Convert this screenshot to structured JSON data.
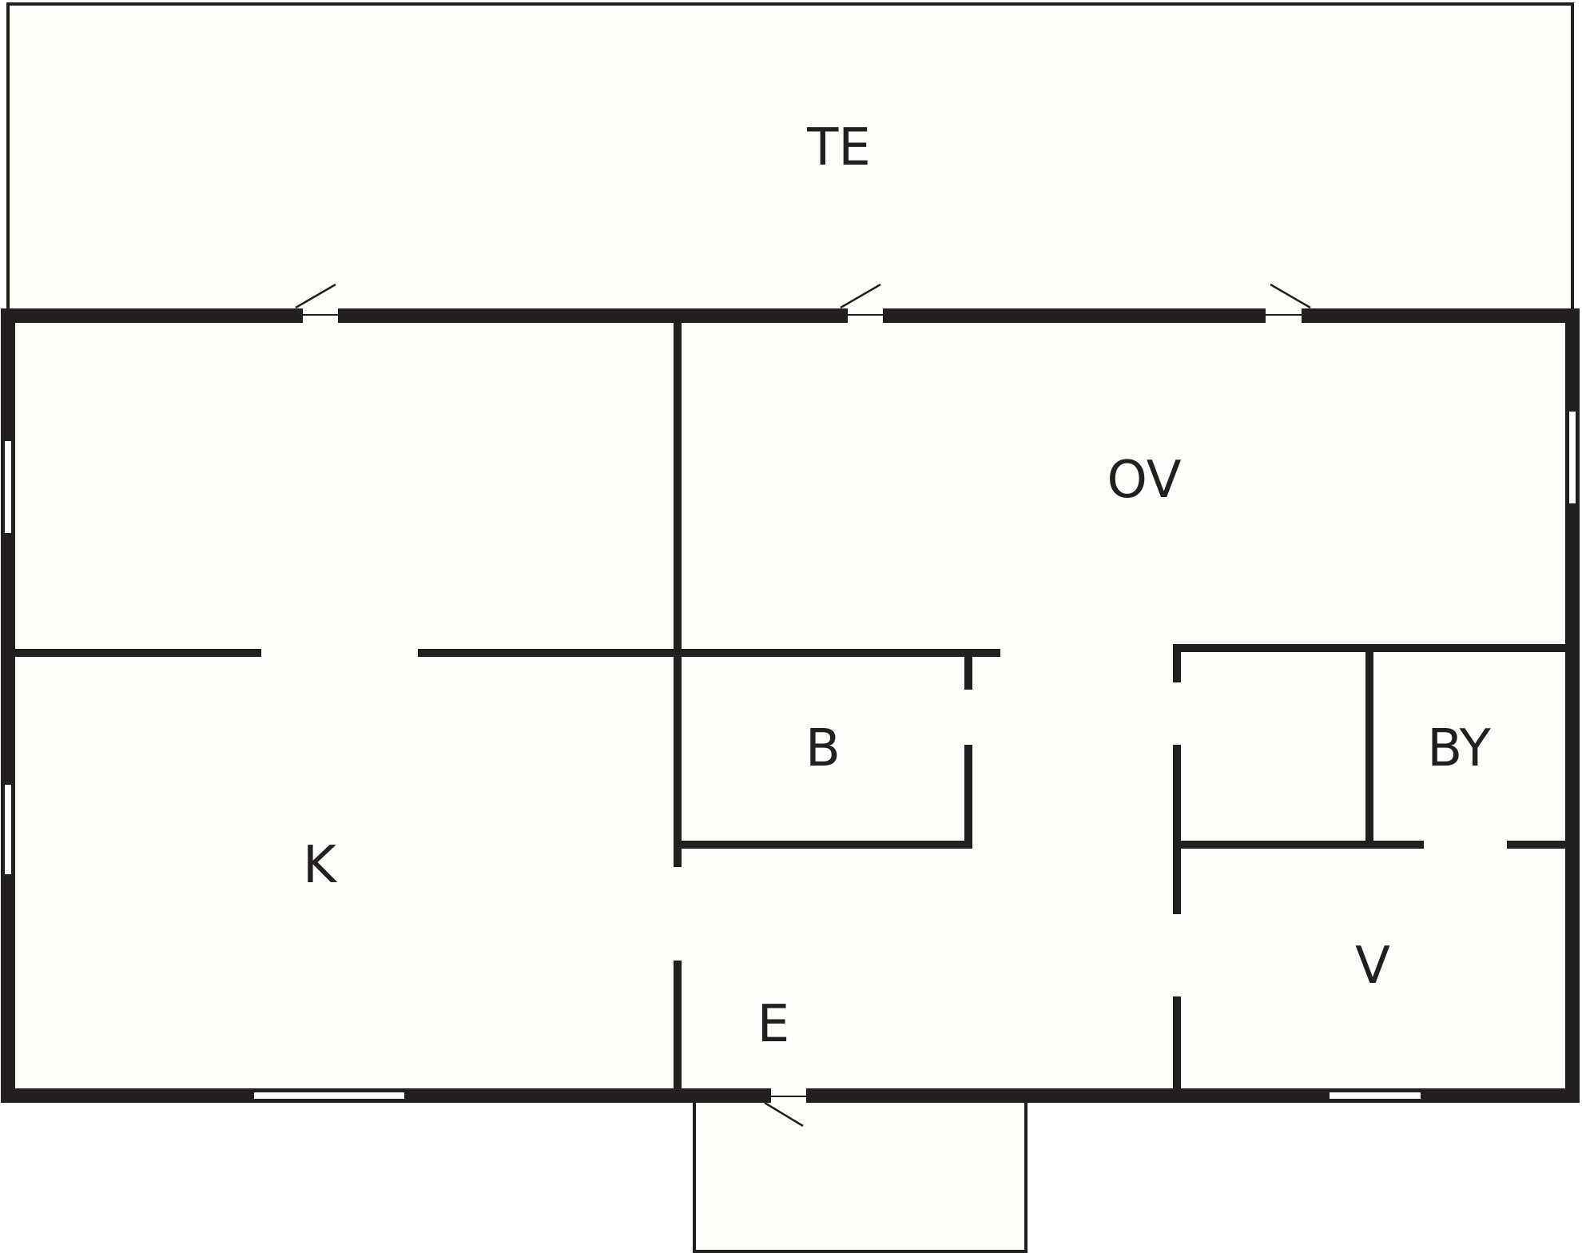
{
  "floor_plan": {
    "rooms": [
      {
        "id": "terrace",
        "label": "TE"
      },
      {
        "id": "living",
        "label": "OV"
      },
      {
        "id": "bedroom",
        "label": "B"
      },
      {
        "id": "bathroom",
        "label": "BY"
      },
      {
        "id": "kitchen",
        "label": "K"
      },
      {
        "id": "entrance",
        "label": "E"
      },
      {
        "id": "utility",
        "label": "V"
      }
    ],
    "colors": {
      "wall": "#231f20",
      "floor": "#fefef9",
      "background": "#ffffff"
    }
  }
}
